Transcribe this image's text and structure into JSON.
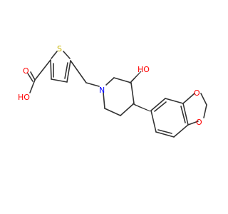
{
  "colors": {
    "background": "#ffffff",
    "bond": "#333333",
    "oxygen": "#ff0000",
    "sulfur": "#c8b400",
    "nitrogen": "#0000ff"
  },
  "atoms": {
    "sulfur": "S",
    "carboxyl_oxygen": "O",
    "carboxyl_hydroxyl": "HO",
    "nitrogen": "N",
    "hydroxyl": "HO",
    "dioxole_oxygen_top": "O",
    "dioxole_oxygen_bottom": "O"
  },
  "stereo_bonds": {
    "hydroxyl": "hashed",
    "aryl": "hashed"
  }
}
